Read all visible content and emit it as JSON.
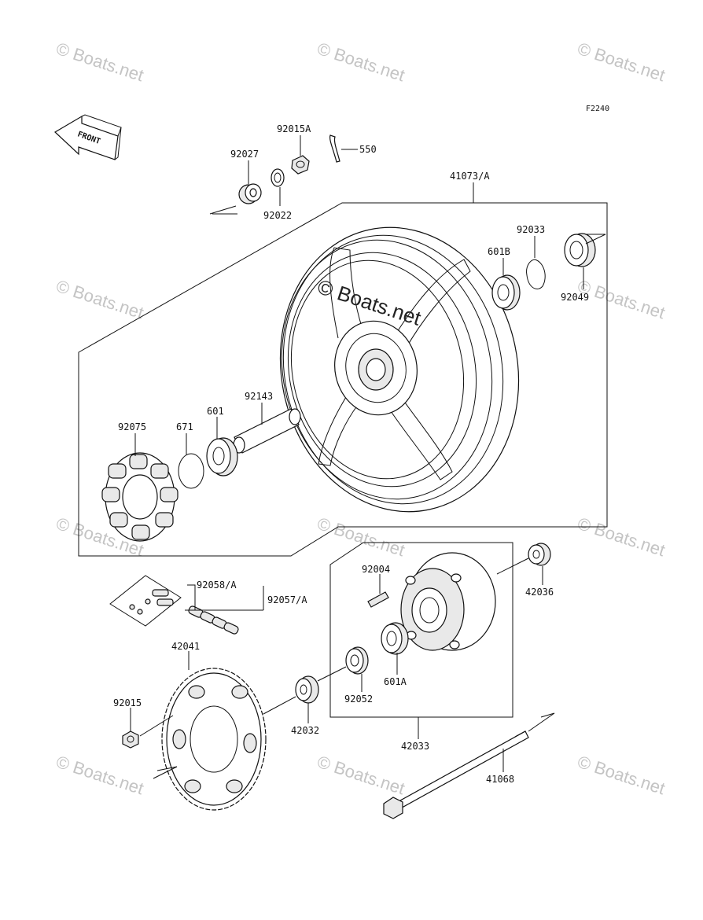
{
  "diagram_code": "F2240",
  "front_arrow_label": "FRONT",
  "watermark": "© Boats.net",
  "labels": {
    "p92015A": "92015A",
    "p550": "550",
    "p92027": "92027",
    "p92022": "92022",
    "p41073A": "41073/A",
    "p92033": "92033",
    "p601B": "601B",
    "p92049": "92049",
    "p92143": "92143",
    "p601": "601",
    "p671": "671",
    "p92075": "92075",
    "p92058A": "92058/A",
    "p92057A": "92057/A",
    "p92004": "92004",
    "p42036": "42036",
    "p601A": "601A",
    "p92052": "92052",
    "p42041": "42041",
    "p92015": "92015",
    "p42032": "42032",
    "p42033": "42033",
    "p41068": "41068"
  }
}
